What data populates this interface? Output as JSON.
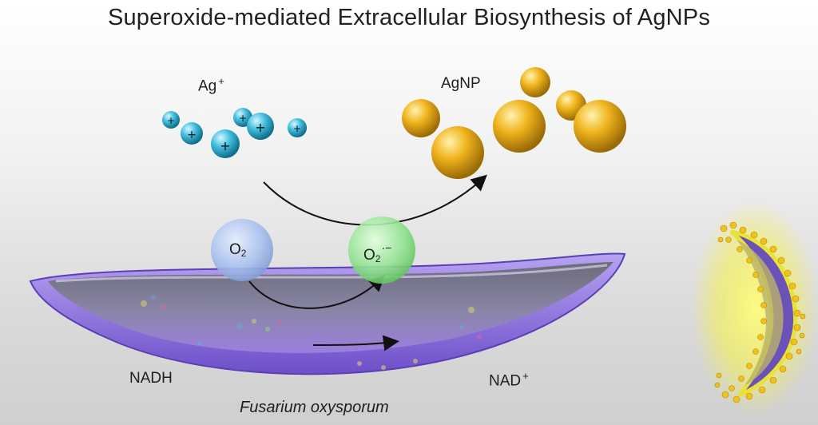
{
  "title": "Superoxide-mediated Extracellular Biosynthesis of AgNPs",
  "labels": {
    "ag_ion": {
      "base": "Ag",
      "charge": "+"
    },
    "agnp": "AgNP",
    "oxygen": {
      "base": "O",
      "subscript": "2"
    },
    "superoxide": {
      "base": "O",
      "subscript": "2",
      "charge": "·−"
    },
    "nadh": "NADH",
    "nad": {
      "base": "NAD",
      "charge": "+"
    },
    "organism": "Fusarium oxysporum"
  },
  "colors": {
    "ag_ion": "#3fb4d6",
    "agnp": "#e6a81a",
    "oxygen": "#9fb8e8",
    "superoxide": "#8fe08f",
    "fungus": "#7a5fd0",
    "glow": "#f2f04a"
  },
  "icons": {
    "ion_sign": "plus-sign"
  }
}
